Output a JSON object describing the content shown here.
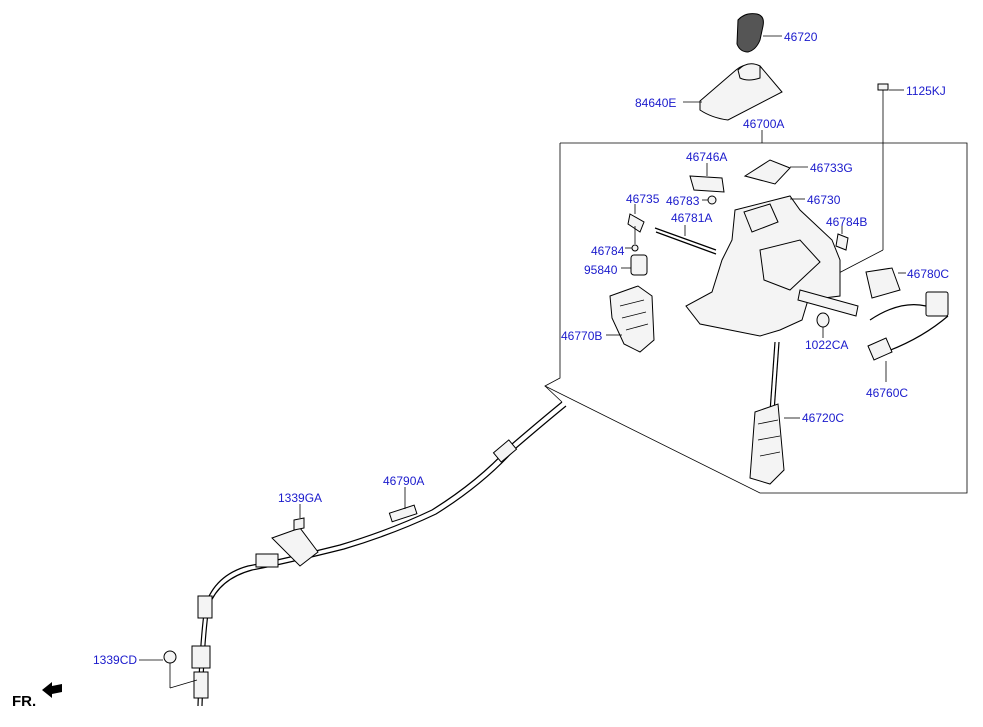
{
  "labels": {
    "p46720": "46720",
    "p84640E": "84640E",
    "p1125KJ": "1125KJ",
    "p46700A": "46700A",
    "p46746A": "46746A",
    "p46733G": "46733G",
    "p46783": "46783",
    "p46730": "46730",
    "p46735": "46735",
    "p46781A": "46781A",
    "p46784B": "46784B",
    "p46784": "46784",
    "p95840": "95840",
    "p46780C": "46780C",
    "p46770B": "46770B",
    "p1022CA": "1022CA",
    "p46760C": "46760C",
    "p46720C": "46720C",
    "p1339GA": "1339GA",
    "p46790A": "46790A",
    "p1339CD": "1339CD"
  },
  "orientation": {
    "label": "FR.",
    "arrow_icon": "front-direction-arrow-icon"
  },
  "colors": {
    "label_text": "#1a1acc",
    "line": "#000000",
    "background": "#ffffff"
  }
}
